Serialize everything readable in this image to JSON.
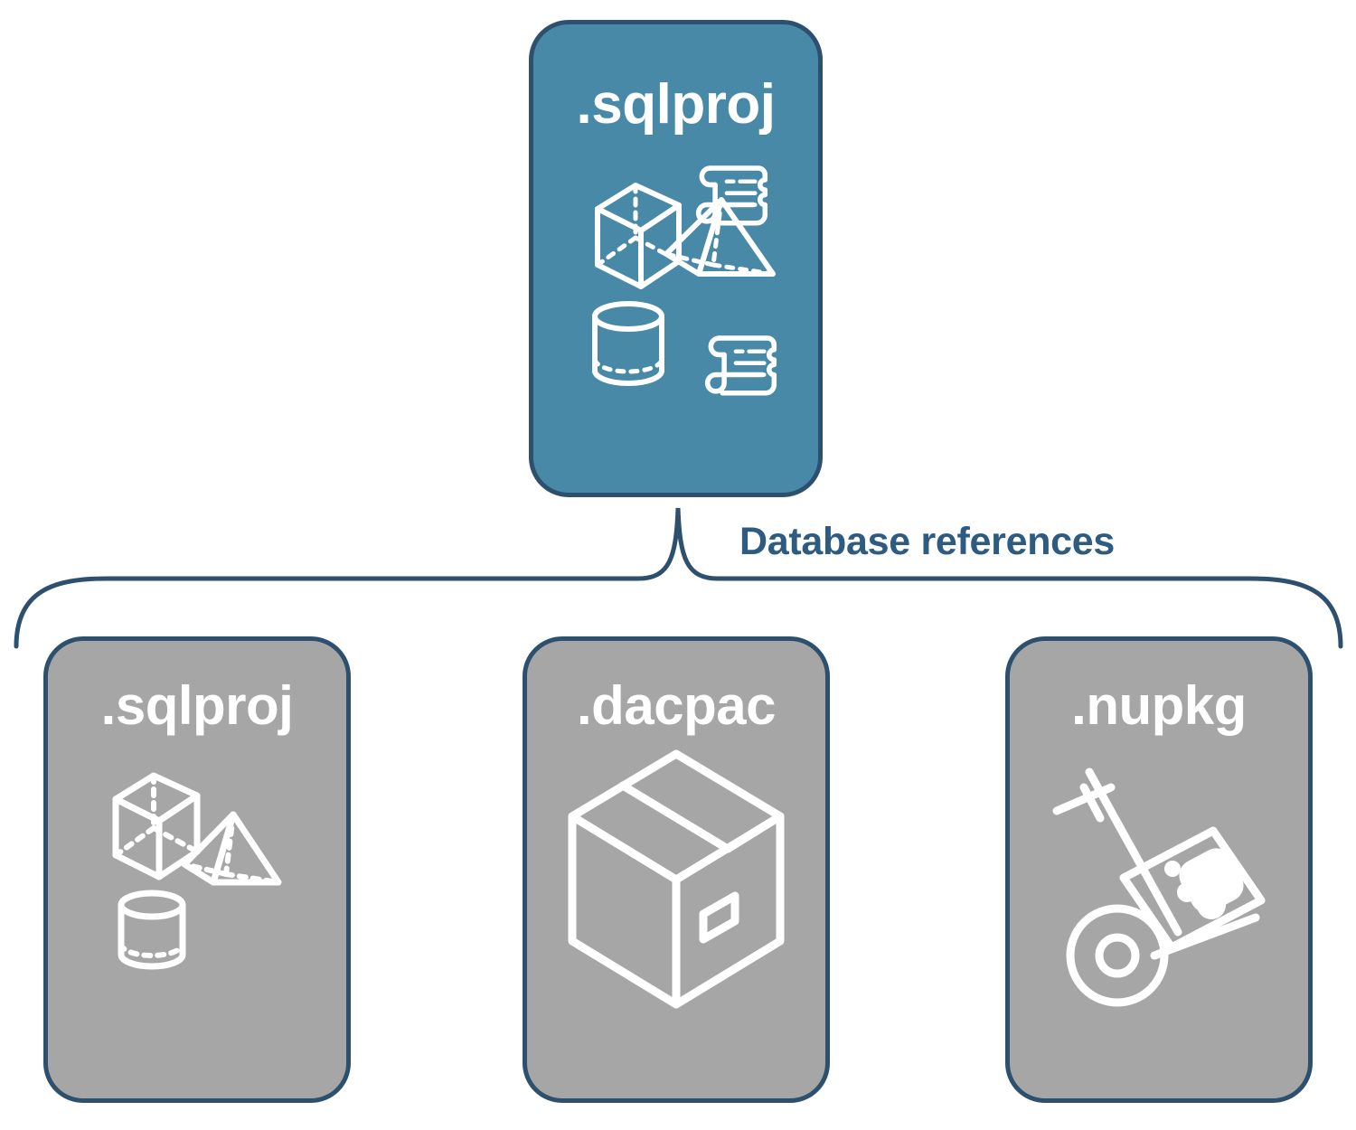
{
  "diagram": {
    "title_text": "Database references",
    "colors": {
      "accent_blue": "#4889a8",
      "border_navy": "#2d506e",
      "label_blue": "#2d5b82",
      "card_gray": "#a6a6a6",
      "icon_white": "#ffffff",
      "background": "#ffffff"
    },
    "root": {
      "label": ".sqlproj",
      "fill": "blue",
      "icons": [
        "cube-icon",
        "pyramid-icon",
        "cylinder-icon",
        "scroll-icon",
        "scroll-icon"
      ]
    },
    "connector": {
      "label": "Database references",
      "type": "curly-brace",
      "branch_count": 3
    },
    "children": [
      {
        "label": ".sqlproj",
        "fill": "gray",
        "icons": [
          "cube-icon",
          "pyramid-icon",
          "cylinder-icon"
        ]
      },
      {
        "label": ".dacpac",
        "fill": "gray",
        "icons": [
          "package-box-icon"
        ]
      },
      {
        "label": ".nupkg",
        "fill": "gray",
        "icons": [
          "hand-truck-icon"
        ]
      }
    ]
  }
}
